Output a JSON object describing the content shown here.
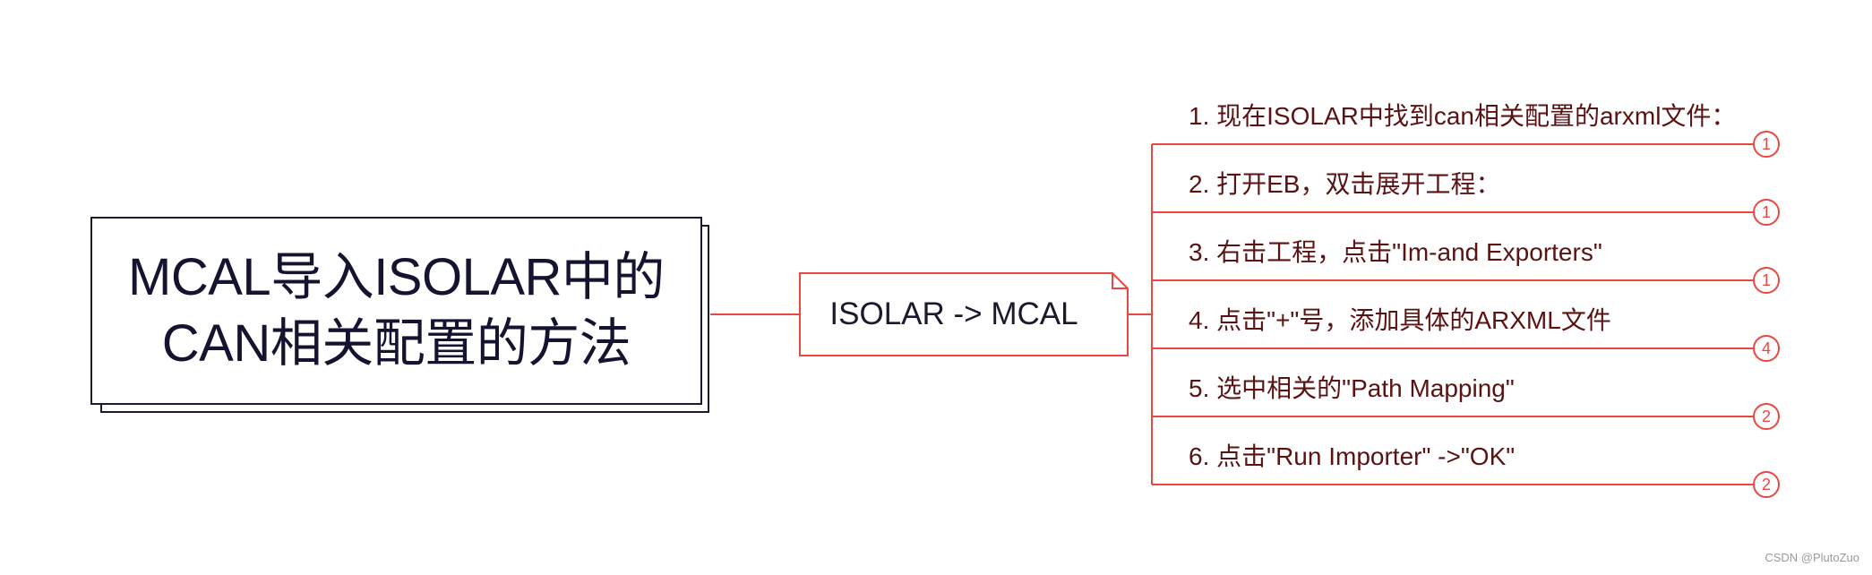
{
  "root": {
    "lines": [
      "MCAL导入ISOLAR中的",
      "CAN相关配置的方法"
    ]
  },
  "branch": {
    "label": "ISOLAR -> MCAL"
  },
  "steps": [
    {
      "text": "1. 现在ISOLAR中找到can相关配置的arxml文件：",
      "count": "1"
    },
    {
      "text": "2. 打开EB，双击展开工程：",
      "count": "1"
    },
    {
      "text": "3. 右击工程，点击\"Im-and Exporters\"",
      "count": "1"
    },
    {
      "text": "4. 点击\"+\"号，添加具体的ARXML文件",
      "count": "4"
    },
    {
      "text": "5. 选中相关的\"Path Mapping\"",
      "count": "2"
    },
    {
      "text": "6. 点击\"Run Importer\" ->\"OK\"",
      "count": "2"
    }
  ],
  "watermark": "CSDN @PlutoZuo",
  "colors": {
    "accent": "#e8483f",
    "root_text": "#141430",
    "leaf_text": "#5a1212",
    "root_border": "#1a1a2e"
  }
}
